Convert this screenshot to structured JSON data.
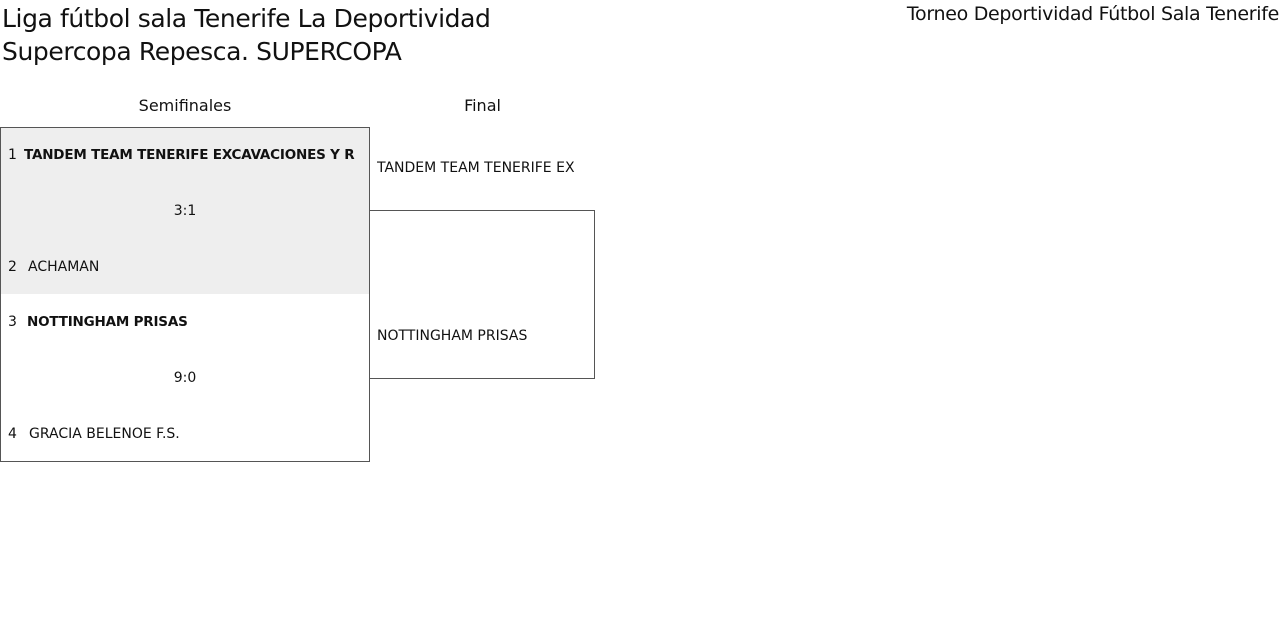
{
  "header": {
    "title": "Liga fútbol sala Tenerife La Deportividad Supercopa Repesca. SUPERCOPA",
    "tournament": "Torneo Deportividad Fútbol Sala Tenerife"
  },
  "rounds": [
    {
      "label": "Semifinales"
    },
    {
      "label": "Final"
    }
  ],
  "semifinals": [
    {
      "home": {
        "seed": "1",
        "name": "TANDEM TEAM TENERIFE EXCAVACIONES Y R"
      },
      "score": "3:1",
      "away": {
        "seed": "2",
        "name": "ACHAMAN"
      }
    },
    {
      "home": {
        "seed": "3",
        "name": "NOTTINGHAM PRISAS"
      },
      "score": "9:0",
      "away": {
        "seed": "4",
        "name": "GRACIA BELENOE F.S."
      }
    }
  ],
  "final": {
    "top": "TANDEM TEAM TENERIFE EX",
    "bottom": "NOTTINGHAM PRISAS"
  },
  "colors": {
    "highlight_match_bg": "#eeeeee",
    "border": "#555555"
  }
}
